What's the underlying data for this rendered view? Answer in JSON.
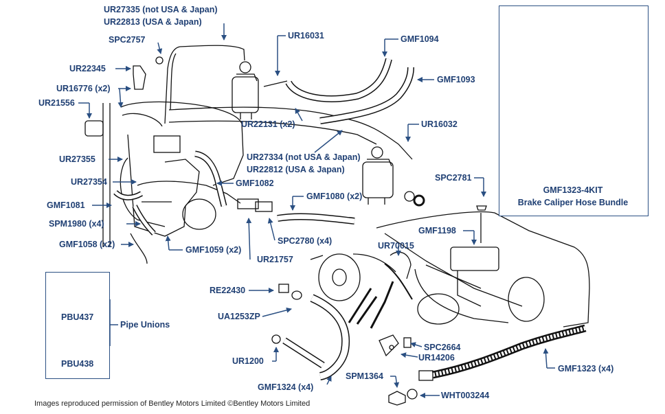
{
  "labels": {
    "ur27335": "UR27335 (not USA & Japan)",
    "ur22813": "UR22813 (USA & Japan)",
    "spc2757": "SPC2757",
    "ur22345": "UR22345",
    "ur16776": "UR16776 (x2)",
    "ur21556": "UR21556",
    "ur27355": "UR27355",
    "ur27354": "UR27354",
    "gmf1081": "GMF1081",
    "spm1980": "SPM1980 (x4)",
    "gmf1058": "GMF1058 (x2)",
    "gmf1059": "GMF1059 (x2)",
    "ur21757": "UR21757",
    "gmf1082": "GMF1082",
    "spc2780": "SPC2780 (x4)",
    "gmf1080": "GMF1080 (x2)",
    "ur16031": "UR16031",
    "gmf1094": "GMF1094",
    "gmf1093": "GMF1093",
    "ur22131": "UR22131 (x2)",
    "ur16032": "UR16032",
    "ur27334": "UR27334 (not USA & Japan)",
    "ur22812": "UR22812 (USA & Japan)",
    "spc2781": "SPC2781",
    "gmf1198": "GMF1198",
    "ur70015": "UR70015",
    "re22430": "RE22430",
    "ua1253zp": "UA1253ZP",
    "ur1200": "UR1200",
    "gmf1324": "GMF1324 (x4)",
    "spm1364": "SPM1364",
    "wht003244": "WHT003244",
    "spc2664": "SPC2664",
    "ur14206": "UR14206",
    "gmf1323": "GMF1323 (x4)"
  },
  "kit_box": {
    "part": "GMF1323-4KIT",
    "description": "Brake Caliper Hose Bundle"
  },
  "unions_box": {
    "pbu437": "PBU437",
    "pbu438": "PBU438",
    "group_label": "Pipe Unions"
  },
  "credit": "Images reproduced permission of Bentley Motors Limited ©Bentley Motors Limited",
  "colors": {
    "label_text": "#1f3f73",
    "arrow": "#2a4f82",
    "hose_dark": "#2b2b2b",
    "hose_band_green": "#a9bf3a",
    "hose_band_yellow": "#d8d23a",
    "brass": "#c9a64a"
  }
}
